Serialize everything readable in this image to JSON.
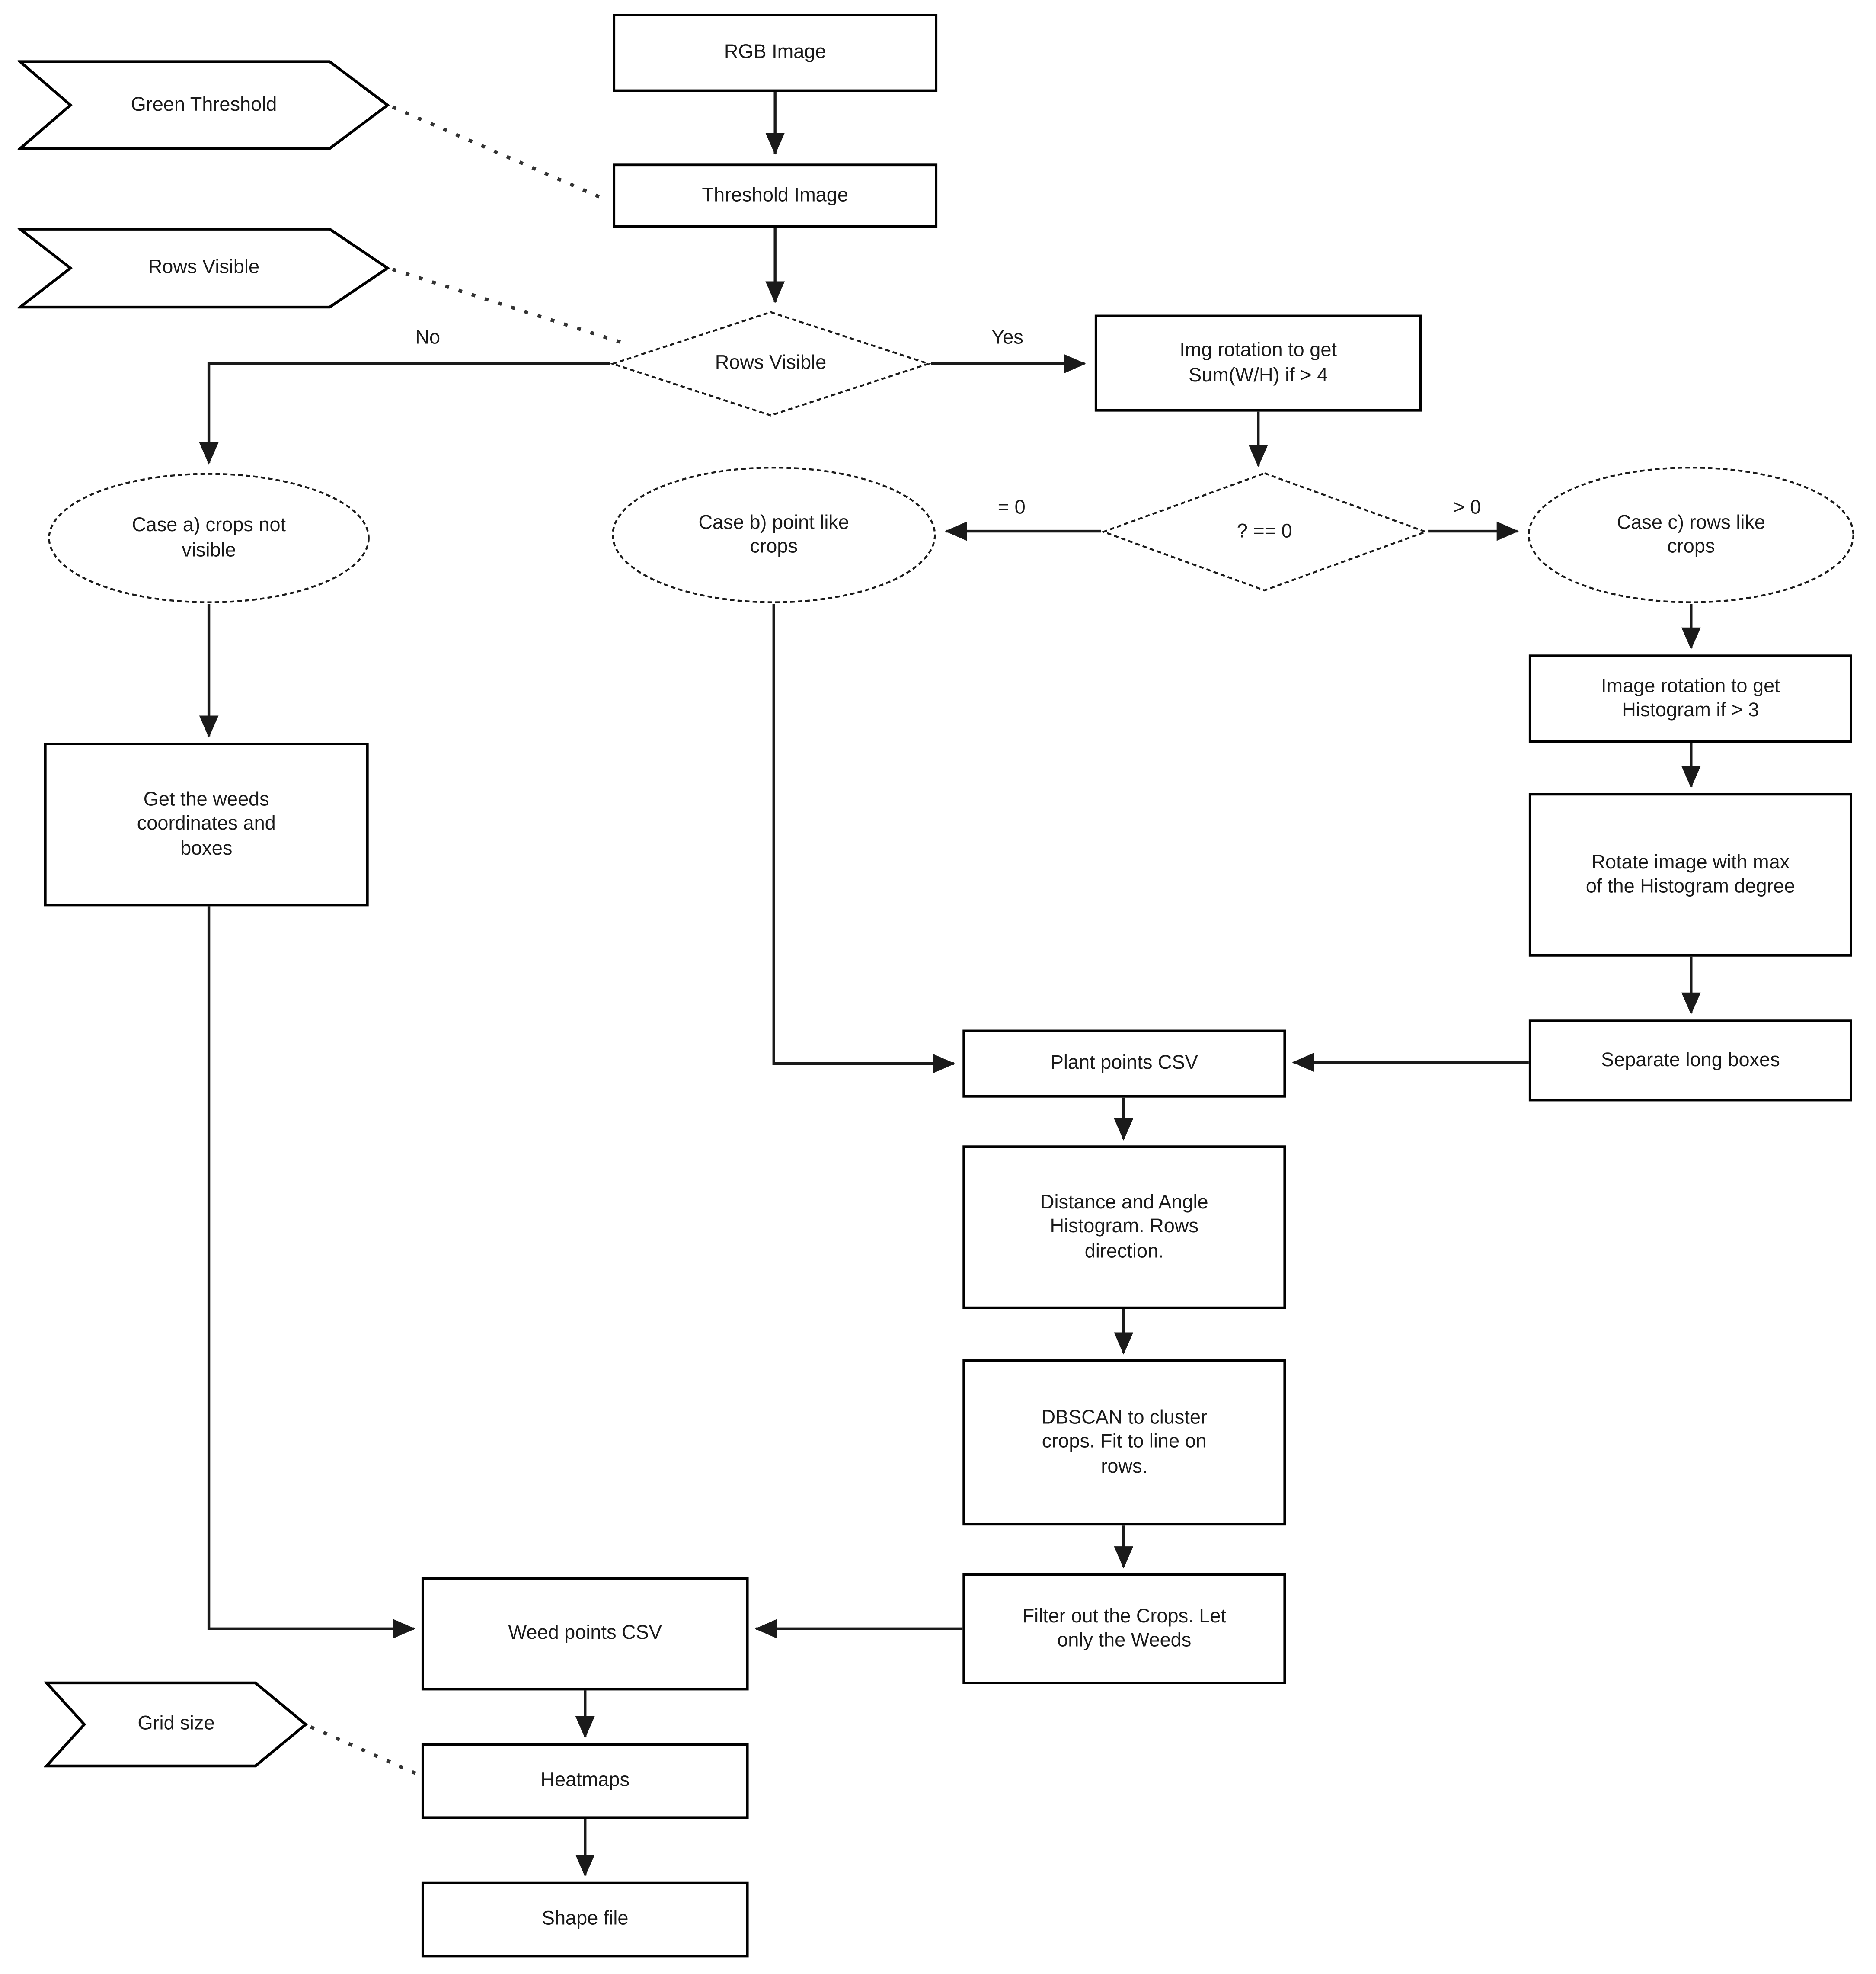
{
  "colors": {
    "stroke": "#1a1a1a",
    "node_fill": "#ffffff",
    "text": "#1a1a1a",
    "background": "#ffffff"
  },
  "edge_labels": {
    "yes": "Yes",
    "no": "No",
    "eq_zero": "= 0",
    "gt_zero": "> 0"
  },
  "nodes": {
    "rgb_image": {
      "label": "RGB Image",
      "shape": "process-box"
    },
    "green_threshold": {
      "label": "Green Threshold",
      "shape": "input-parameter-flag"
    },
    "threshold_image": {
      "label": "Threshold Image",
      "shape": "process-box"
    },
    "rows_visible_param": {
      "label": "Rows Visible",
      "shape": "input-parameter-flag"
    },
    "rows_visible_decision": {
      "label": "Rows Visible",
      "shape": "decision-diamond"
    },
    "img_rotation_sum": {
      "label": "Img rotation to get Sum(W/H) if > 4",
      "shape": "process-box"
    },
    "question_eq_zero": {
      "label": "? == 0",
      "shape": "decision-diamond"
    },
    "case_a": {
      "label": "Case a) crops not visible",
      "shape": "ellipse"
    },
    "case_b": {
      "label": "Case b) point like crops",
      "shape": "ellipse"
    },
    "case_c": {
      "label": "Case c) rows like crops",
      "shape": "ellipse"
    },
    "image_rotation_histogram": {
      "label": "Image rotation to get Histogram if > 3",
      "shape": "process-box"
    },
    "rotate_image_max": {
      "label": "Rotate image with max of the Histogram degree",
      "shape": "process-box"
    },
    "get_weeds": {
      "label": "Get the weeds coordinates and boxes",
      "shape": "process-box"
    },
    "separate_long_boxes": {
      "label": "Separate long boxes",
      "shape": "process-box"
    },
    "plant_points_csv": {
      "label": "Plant points CSV",
      "shape": "process-box"
    },
    "distance_angle": {
      "label": "Distance and Angle Histogram. Rows direction.",
      "shape": "process-box"
    },
    "dbscan": {
      "label": "DBSCAN to cluster crops. Fit to line on rows.",
      "shape": "process-box"
    },
    "filter_crops": {
      "label": "Filter out the Crops. Let only the Weeds",
      "shape": "process-box"
    },
    "weed_points_csv": {
      "label": "Weed points CSV",
      "shape": "process-box"
    },
    "grid_size": {
      "label": "Grid size",
      "shape": "input-parameter-flag"
    },
    "heatmaps": {
      "label": "Heatmaps",
      "shape": "process-box"
    },
    "shape_file": {
      "label": "Shape file",
      "shape": "process-box"
    }
  },
  "edges": [
    {
      "from": "rgb_image",
      "to": "threshold_image",
      "label": "",
      "style": "solid"
    },
    {
      "from": "threshold_image",
      "to": "rows_visible_decision",
      "label": "",
      "style": "solid"
    },
    {
      "from": "green_threshold",
      "to": "threshold_image",
      "label": "",
      "style": "dotted"
    },
    {
      "from": "rows_visible_param",
      "to": "rows_visible_decision",
      "label": "",
      "style": "dotted"
    },
    {
      "from": "rows_visible_decision",
      "to": "img_rotation_sum",
      "label": "Yes",
      "style": "solid"
    },
    {
      "from": "rows_visible_decision",
      "to": "case_a",
      "label": "No",
      "style": "solid"
    },
    {
      "from": "img_rotation_sum",
      "to": "question_eq_zero",
      "label": "",
      "style": "solid"
    },
    {
      "from": "question_eq_zero",
      "to": "case_b",
      "label": "= 0",
      "style": "solid"
    },
    {
      "from": "question_eq_zero",
      "to": "case_c",
      "label": "> 0",
      "style": "solid"
    },
    {
      "from": "case_a",
      "to": "get_weeds",
      "label": "",
      "style": "solid"
    },
    {
      "from": "case_c",
      "to": "image_rotation_histogram",
      "label": "",
      "style": "solid"
    },
    {
      "from": "image_rotation_histogram",
      "to": "rotate_image_max",
      "label": "",
      "style": "solid"
    },
    {
      "from": "rotate_image_max",
      "to": "separate_long_boxes",
      "label": "",
      "style": "solid"
    },
    {
      "from": "separate_long_boxes",
      "to": "plant_points_csv",
      "label": "",
      "style": "solid"
    },
    {
      "from": "case_b",
      "to": "plant_points_csv",
      "label": "",
      "style": "solid"
    },
    {
      "from": "plant_points_csv",
      "to": "distance_angle",
      "label": "",
      "style": "solid"
    },
    {
      "from": "distance_angle",
      "to": "dbscan",
      "label": "",
      "style": "solid"
    },
    {
      "from": "dbscan",
      "to": "filter_crops",
      "label": "",
      "style": "solid"
    },
    {
      "from": "filter_crops",
      "to": "weed_points_csv",
      "label": "",
      "style": "solid"
    },
    {
      "from": "get_weeds",
      "to": "weed_points_csv",
      "label": "",
      "style": "solid"
    },
    {
      "from": "weed_points_csv",
      "to": "heatmaps",
      "label": "",
      "style": "solid"
    },
    {
      "from": "heatmaps",
      "to": "shape_file",
      "label": "",
      "style": "solid"
    },
    {
      "from": "grid_size",
      "to": "heatmaps",
      "label": "",
      "style": "dotted"
    }
  ]
}
